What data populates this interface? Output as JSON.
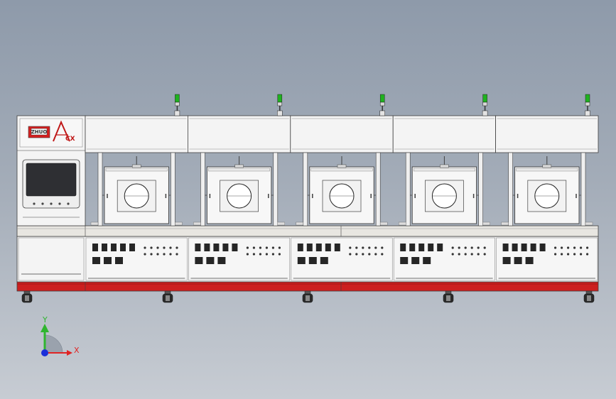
{
  "machine": {
    "station_count": 5,
    "logo_text": "ZHUO",
    "logo_mark": "ACX",
    "frame_color": "#f4f4f4",
    "base_color": "#cc1f1f",
    "tower_light_color": "#1fb21f",
    "screen_color": "#2e2f33",
    "line_color": "#404040"
  },
  "axes": {
    "y_label": "Y",
    "x_label": "X",
    "y_color": "#2fb52f",
    "x_color": "#e02424",
    "origin_color": "#1a2fd9"
  }
}
